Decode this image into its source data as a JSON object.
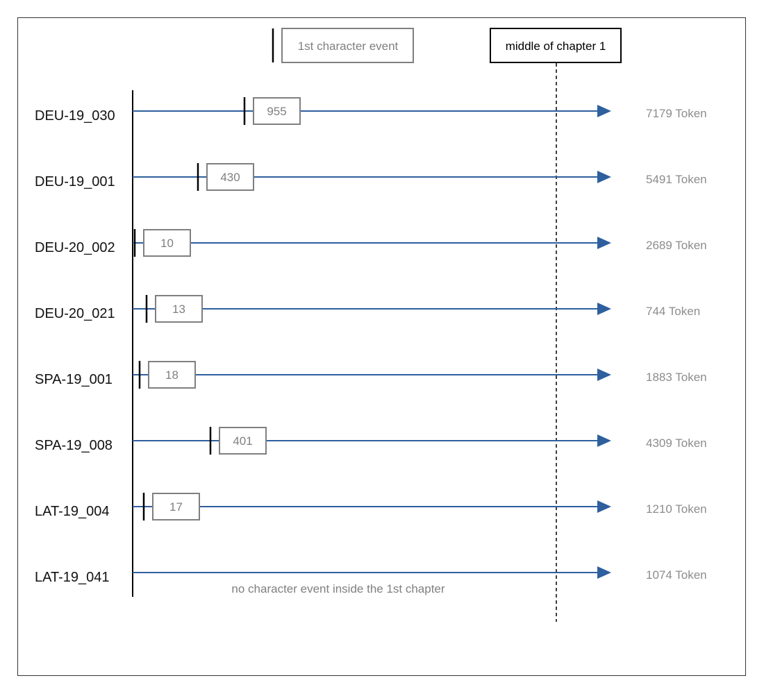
{
  "legend": {
    "event_label": "1st character event",
    "middle_label": "middle of chapter 1"
  },
  "colors": {
    "arrow": "#2e5f9e",
    "event_box": "#7f7f7f",
    "marker": "#000000"
  },
  "rows": [
    {
      "id": "DEU-19_030",
      "event": "955",
      "tokens": "7179 Token"
    },
    {
      "id": "DEU-19_001",
      "event": "430",
      "tokens": "5491 Token"
    },
    {
      "id": "DEU-20_002",
      "event": "10",
      "tokens": "2689 Token"
    },
    {
      "id": "DEU-20_021",
      "event": "13",
      "tokens": "744 Token"
    },
    {
      "id": "SPA-19_001",
      "event": "18",
      "tokens": "1883 Token"
    },
    {
      "id": "SPA-19_008",
      "event": "401",
      "tokens": "4309 Token"
    },
    {
      "id": "LAT-19_004",
      "event": "17",
      "tokens": "1210 Token"
    },
    {
      "id": "LAT-19_041",
      "event": null,
      "tokens": "1074 Token"
    }
  ],
  "note": "no character event inside the 1st chapter"
}
